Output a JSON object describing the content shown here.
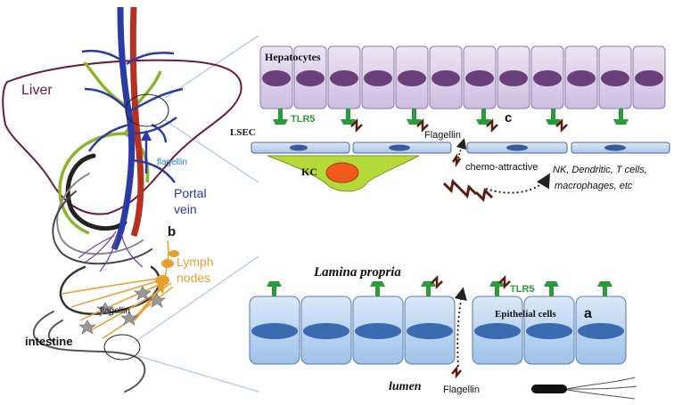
{
  "labels": {
    "liver": "Liver",
    "flagellin_blue": "flagellin",
    "portal_vein": [
      "Portal",
      "vein"
    ],
    "panel_b": "b",
    "lymph_nodes": [
      "Lymph",
      "nodes"
    ],
    "flagellin_black": "flagellin",
    "intestine": "intestine"
  },
  "panel_c": {
    "hepatocytes": "Hepatocytes",
    "tlr5": "TLR5",
    "letter": "c",
    "lsec": "LSEC",
    "flagellin": "Flagellin",
    "kc": "KC",
    "chemo": "chemo-attractive",
    "immune_cells": [
      "NK, Dendritic, T cells,",
      "macrophages, etc"
    ]
  },
  "panel_a": {
    "lamina_propria": "Lamina propria",
    "tlr5": "TLR5",
    "epithelial": "Epithelial cells",
    "letter": "a",
    "lumen": "lumen",
    "flagellin": "Flagellin"
  },
  "colors": {
    "liver": "#6b1a3a",
    "portal_vein": "#2a3aa6",
    "artery": "#b8301f",
    "bile": "#8ab52a",
    "lymph": "#e6a030",
    "hepatocyte": "#d8cde6",
    "nucleus": "#6b3f7a",
    "tlr5": "#2a9a3a",
    "epithelial": "#b8d4f0",
    "kc": "#b6d93a",
    "kc_nucleus": "#f05a1a"
  }
}
